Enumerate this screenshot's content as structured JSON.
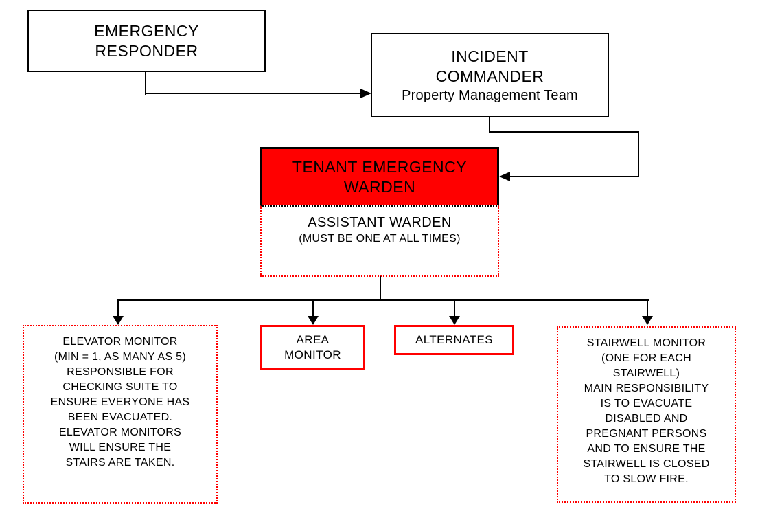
{
  "colors": {
    "red": "#FF0000",
    "line": "#000000",
    "background": "#FFFFFF",
    "text": "#000000"
  },
  "nodes": {
    "emergency_responder": {
      "lines": [
        "EMERGENCY",
        "RESPONDER"
      ]
    },
    "incident_commander": {
      "lines": [
        "INCIDENT",
        "COMMANDER"
      ],
      "subtitle": "Property Management Team"
    },
    "tenant_emergency_warden": {
      "lines": [
        "TENANT EMERGENCY",
        "WARDEN"
      ]
    },
    "assistant_warden": {
      "title": "ASSISTANT WARDEN",
      "note": "(MUST BE ONE AT ALL TIMES)"
    },
    "elevator_monitor": {
      "lines": [
        "ELEVATOR MONITOR",
        "(MIN = 1, AS MANY AS 5)",
        "RESPONSIBLE FOR",
        "CHECKING SUITE TO",
        "ENSURE EVERYONE HAS",
        "BEEN EVACUATED.",
        "ELEVATOR MONITORS",
        "WILL ENSURE THE",
        "STAIRS ARE TAKEN."
      ]
    },
    "area_monitor": {
      "lines": [
        "AREA",
        "MONITOR"
      ]
    },
    "alternates": {
      "label": "ALTERNATES"
    },
    "stairwell_monitor": {
      "lines": [
        "STAIRWELL MONITOR",
        "(ONE FOR EACH",
        "STAIRWELL)",
        "MAIN RESPONSIBILITY",
        "IS TO EVACUATE",
        "DISABLED AND",
        "PREGNANT PERSONS",
        "AND TO ENSURE THE",
        "STAIRWELL IS CLOSED",
        "TO SLOW FIRE."
      ]
    }
  },
  "connections": [
    {
      "from": "EMERGENCY RESPONDER",
      "to": "INCIDENT COMMANDER",
      "type": "arrow"
    },
    {
      "from": "INCIDENT COMMANDER",
      "to": "TENANT EMERGENCY WARDEN",
      "type": "arrow"
    },
    {
      "from": "ASSISTANT WARDEN",
      "to": "ELEVATOR MONITOR",
      "type": "arrow"
    },
    {
      "from": "ASSISTANT WARDEN",
      "to": "AREA MONITOR",
      "type": "arrow"
    },
    {
      "from": "ASSISTANT WARDEN",
      "to": "ALTERNATES",
      "type": "arrow"
    },
    {
      "from": "ASSISTANT WARDEN",
      "to": "STAIRWELL MONITOR",
      "type": "arrow"
    }
  ]
}
